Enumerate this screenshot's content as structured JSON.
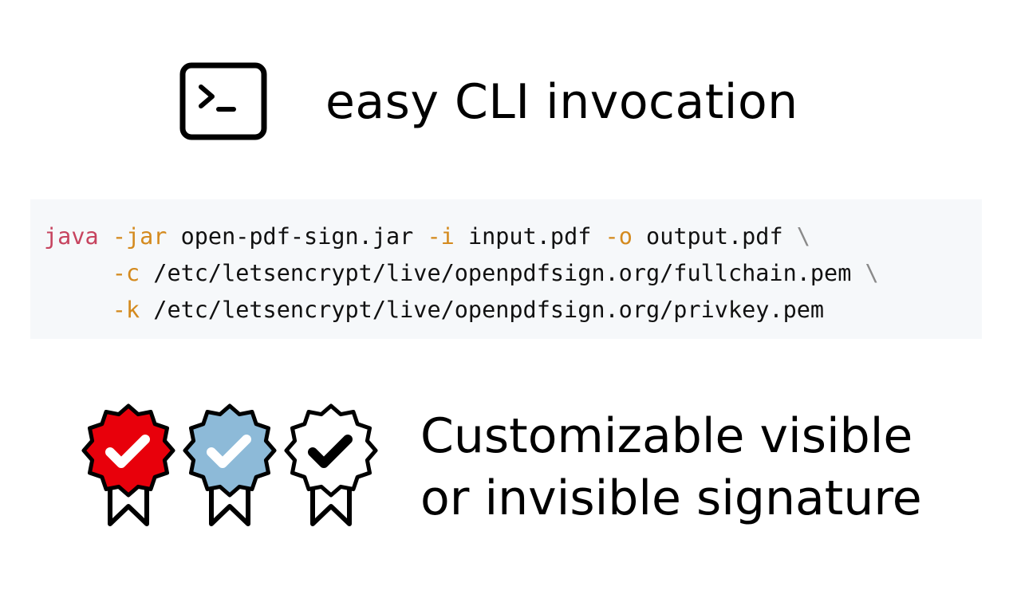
{
  "features": {
    "cli": {
      "icon": "terminal-icon",
      "heading": "easy CLI invocation"
    },
    "code": {
      "lines": [
        [
          {
            "kind": "cmd",
            "text": "java"
          },
          {
            "kind": "arg",
            "text": " "
          },
          {
            "kind": "flag",
            "text": "-jar"
          },
          {
            "kind": "arg",
            "text": " open-pdf-sign.jar "
          },
          {
            "kind": "flag",
            "text": "-i"
          },
          {
            "kind": "arg",
            "text": " input.pdf "
          },
          {
            "kind": "flag",
            "text": "-o"
          },
          {
            "kind": "arg",
            "text": " output.pdf "
          },
          {
            "kind": "cont",
            "text": "\\"
          }
        ],
        [
          {
            "kind": "arg",
            "text": "     "
          },
          {
            "kind": "flag",
            "text": "-c"
          },
          {
            "kind": "arg",
            "text": " /etc/letsencrypt/live/openpdfsign.org/fullchain.pem "
          },
          {
            "kind": "cont",
            "text": "\\"
          }
        ],
        [
          {
            "kind": "arg",
            "text": "     "
          },
          {
            "kind": "flag",
            "text": "-k"
          },
          {
            "kind": "arg",
            "text": " /etc/letsencrypt/live/openpdfsign.org/privkey.pem"
          }
        ]
      ]
    },
    "signature": {
      "line1": "Customizable visible",
      "line2": "or invisible signature",
      "badges": [
        {
          "icon": "verified-badge-red-icon",
          "fill": "#e8000b",
          "check": "#ffffff"
        },
        {
          "icon": "verified-badge-blue-icon",
          "fill": "#8dbad8",
          "check": "#ffffff"
        },
        {
          "icon": "verified-badge-white-icon",
          "fill": "#ffffff",
          "check": "#000000"
        }
      ]
    }
  }
}
